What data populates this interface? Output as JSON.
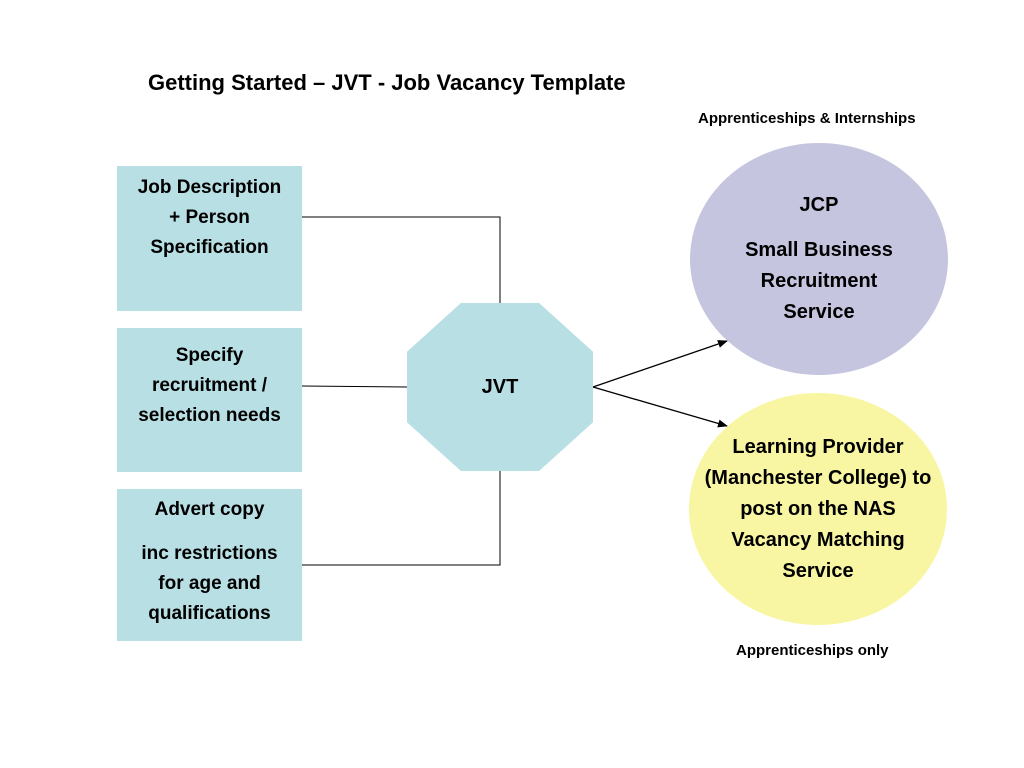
{
  "title": "Getting Started – JVT - Job Vacancy Template",
  "inputs": [
    {
      "lines": [
        "Job Description",
        "+ Person",
        "Specification"
      ]
    },
    {
      "lines": [
        "Specify",
        "recruitment /",
        "selection needs"
      ]
    },
    {
      "heading": "Advert copy",
      "lines": [
        "inc restrictions",
        "for age and",
        "qualifications"
      ]
    }
  ],
  "hub": {
    "label": "JVT"
  },
  "outputs": [
    {
      "heading": "JCP",
      "lines": [
        "Small Business",
        "Recruitment",
        "Service"
      ],
      "caption": "Apprenticeships & Internships",
      "color": "#c5c5df"
    },
    {
      "lines": [
        "Learning Provider",
        "(Manchester College) to",
        "post on the NAS",
        "Vacancy Matching",
        "Service"
      ],
      "caption": "Apprenticeships only",
      "color": "#f8f6a2"
    }
  ],
  "colors": {
    "input_fill": "#b7dfe4",
    "hub_fill": "#b7dfe4"
  }
}
